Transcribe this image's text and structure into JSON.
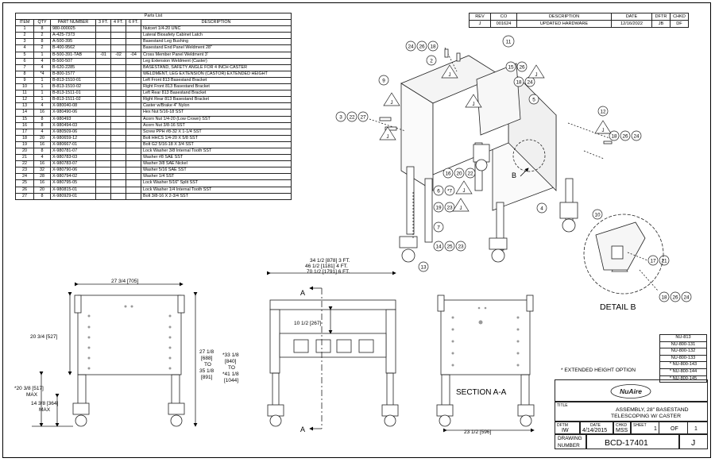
{
  "parts_list": {
    "title": "Parts List",
    "headers": [
      "ITEM",
      "QTY",
      "PART NUMBER",
      "3 FT.",
      "4 FT.",
      "6 FT.",
      "DESCRIPTION"
    ],
    "rows": [
      [
        "1",
        "8",
        "980-000025",
        "",
        "",
        "",
        "Nutcert 1/4-20 UNC"
      ],
      [
        "2",
        "2",
        "A-425-7373",
        "",
        "",
        "",
        "Lateral Biosafety Cabinet Latch"
      ],
      [
        "3",
        "8",
        "A-500-395",
        "",
        "",
        "",
        "Basestand Leg Bushing"
      ],
      [
        "4",
        "2",
        "B-400-9562",
        "",
        "",
        "",
        "Basestand End Panel Weldment 28\""
      ],
      [
        "5",
        "1",
        "B-500-391-TAB",
        "-01",
        "-02",
        "-04",
        "Cross Member Panel Weldment 3'"
      ],
      [
        "6",
        "4",
        "B-500-507",
        "",
        "",
        "",
        "Leg Extension Weldment (Caster)"
      ],
      [
        "7",
        "4",
        "B-620-2285",
        "",
        "",
        "",
        "BASESTAND, SAFETY ANGLE FOR 4 INCH CASTER"
      ],
      [
        "8",
        "*4",
        "B-800-1577",
        "",
        "",
        "",
        "WELDMENT, LEG EXTENSION (CASTOR) EXTENDED HEIGHT"
      ],
      [
        "9",
        "1",
        "B-813-1510-01",
        "",
        "",
        "",
        "Left Front 813 Basestand Bracket"
      ],
      [
        "10",
        "1",
        "B-813-1510-02",
        "",
        "",
        "",
        "Right Front 813 Basestand Bracket"
      ],
      [
        "11",
        "1",
        "B-813-1511-01",
        "",
        "",
        "",
        "Left Rear 813 Basestand Bracket"
      ],
      [
        "12",
        "1",
        "B-813-1511-02",
        "",
        "",
        "",
        "Right Rear 813 Basestand Bracket"
      ],
      [
        "13",
        "4",
        "X-980040-08",
        "",
        "",
        "",
        "Caster w/Brake 4\" Nylon"
      ],
      [
        "14",
        "16",
        "X-980490-06",
        "",
        "",
        "",
        "Hex Nut 5/16-18 SST"
      ],
      [
        "15",
        "8",
        "X-980493",
        "",
        "",
        "",
        "Acorn Nut 1/4-20 (Low Crown) SST"
      ],
      [
        "16",
        "8",
        "X-980494-03",
        "",
        "",
        "",
        "Acorn Nut 3/8-16 SST"
      ],
      [
        "17",
        "4",
        "X-980509-06",
        "",
        "",
        "",
        "Screw PPH #8-32 X 1-1/4 SST"
      ],
      [
        "18",
        "20",
        "X-980659-12",
        "",
        "",
        "",
        "Bolt HHCS 1/4-20 X 5/8 SST"
      ],
      [
        "19",
        "16",
        "X-980667-01",
        "",
        "",
        "",
        "Bolt G2 5/16-18 X 3/4 SST"
      ],
      [
        "20",
        "8",
        "X-980781-07",
        "",
        "",
        "",
        "Lock Washer 3/8 Internal Tooth SST"
      ],
      [
        "21",
        "4",
        "X-980783-03",
        "",
        "",
        "",
        "Washer #8 SAE SST"
      ],
      [
        "22",
        "16",
        "X-980783-07",
        "",
        "",
        "",
        "Washer 3/8 SAE Nickel"
      ],
      [
        "23",
        "32",
        "X-980790-06",
        "",
        "",
        "",
        "Washer 5/16 SAE SST"
      ],
      [
        "24",
        "28",
        "X-980794-02",
        "",
        "",
        "",
        "Washer 1/4 SST"
      ],
      [
        "25",
        "16",
        "X-980795-05",
        "",
        "",
        "",
        "Lock Washer 5/16\" Split SST"
      ],
      [
        "26",
        "20",
        "X-980815-01",
        "",
        "",
        "",
        "Lock Washer 1/4 Internal Tooth SST"
      ],
      [
        "27",
        "8",
        "X-980929-01",
        "",
        "",
        "",
        "Bolt 3/8-16 X 2-3/4 SST"
      ]
    ]
  },
  "revision": {
    "headers": [
      "REV",
      "CO",
      "DESCRIPTION",
      "DATE",
      "DFTR",
      "CHKD"
    ],
    "rows": [
      [
        "J",
        "001624",
        "UPDATED HARDWARE",
        "12/16/2022",
        "JB",
        "DF"
      ]
    ]
  },
  "balloons": {
    "b11": "11",
    "b24": "24",
    "b26": "26",
    "b18a": "18",
    "b2": "2",
    "b15": "15",
    "b26b": "26",
    "b18b": "18",
    "b24b": "24",
    "b9": "9",
    "b5": "5",
    "b12": "12",
    "b3": "3",
    "b22": "22",
    "b27": "27",
    "b18c": "18",
    "b26c": "26",
    "b24c": "24",
    "b16": "16",
    "b20": "20",
    "b22b": "22",
    "b6": "6",
    "b19": "19",
    "b23": "23",
    "b4": "4",
    "b7": "7",
    "b14": "14",
    "b25": "25",
    "b23b": "23",
    "b13": "13",
    "b10": "10",
    "b17": "17",
    "b21": "21",
    "b18d": "18",
    "b26d": "26",
    "b24d": "24",
    "b6star": "*7",
    "J": "J"
  },
  "detail_b_label": "DETAIL  B",
  "view_b_label": "B",
  "dimensions": {
    "width_top": "27 3/4 [705]",
    "height_left": "20 3/4 [527]",
    "height_ext_a": "*20 3/8 [517]",
    "height_ext_b": "MAX",
    "height_min_a": "14 3/8 [364]",
    "height_min_b": "MAX",
    "tele_1": "27 1/8",
    "tele_2": "[688]",
    "tele_3": "TO",
    "tele_4": "35 1/8",
    "tele_5": "[891]",
    "star_1": "*33 1/8",
    "star_2": "[840]",
    "star_3": "TO",
    "star_4": "*41 1/8",
    "star_5": "[1044]",
    "len_3ft": "34 1/2 [878] 3 FT.",
    "len_4ft": "46 1/2 [1181] 4 FT.",
    "len_6ft": "70 1/2 [1791] 6 FT.",
    "mid_height": "10 1/2 [267]",
    "depth_bottom": "23 1/2 [596]",
    "cut_a": "A",
    "section_label": "SECTION A-A"
  },
  "nu_list": [
    "NU-813",
    "NU-800-131",
    "NU-800-132",
    "NU-800-133",
    "* NU-800-143",
    "* NU-800-144",
    "* NU-800-145"
  ],
  "extended_note": "* EXTENDED HEIGHT OPTION",
  "title_block": {
    "logo_text": "NuAire",
    "title_label": "TITLE",
    "title_line1": "ASSEMBLY, 28\" BASESTAND",
    "title_line2": "TELESCOPING W/ CASTER",
    "dftm_label": "DFTM",
    "dftm_value": "IW",
    "date_label": "DATE",
    "date_value": "4/14/2015",
    "chkd_label": "CHKD",
    "chkd_value": "MSS",
    "sheet_label": "SHEET",
    "sheet_value": "1",
    "of_label": "OF",
    "of_value": "1",
    "drawing_label_1": "DRAWING",
    "drawing_label_2": "NUMBER",
    "drawing_number": "BCD-17401",
    "rev_value": "J"
  }
}
